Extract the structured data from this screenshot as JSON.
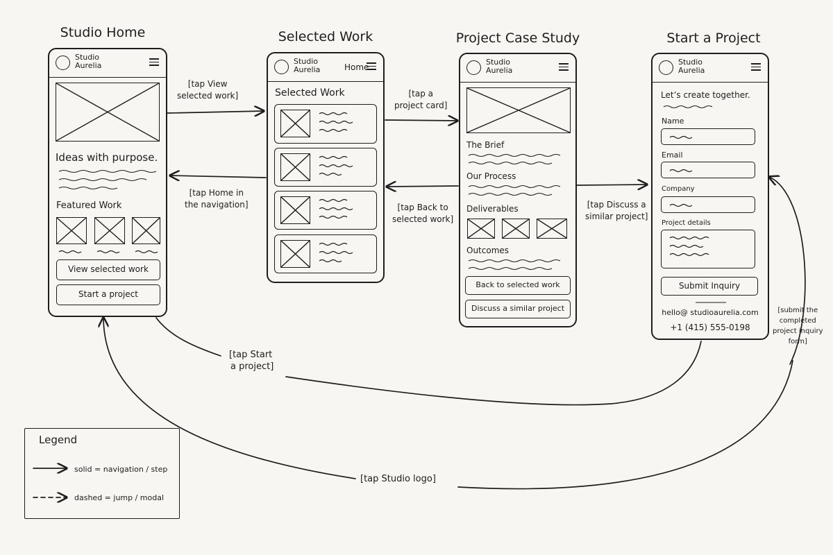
{
  "screens": {
    "home": {
      "title": "Studio Home",
      "brand_line1": "Studio",
      "brand_line2": "Aurelia",
      "headline": "Ideas with purpose.",
      "featured_heading": "Featured Work",
      "view_button": "View selected work",
      "start_button": "Start a project"
    },
    "work": {
      "title": "Selected Work",
      "brand_line1": "Studio",
      "brand_line2": "Aurelia",
      "nav_link": "Home",
      "heading": "Selected Work"
    },
    "case": {
      "title": "Project Case Study",
      "brand_line1": "Studio",
      "brand_line2": "Aurelia",
      "section_brief": "The Brief",
      "section_process": "Our Process",
      "section_deliverables": "Deliverables",
      "section_outcomes": "Outcomes",
      "back_button": "Back to selected work",
      "discuss_button": "Discuss a similar project"
    },
    "start": {
      "title": "Start a Project",
      "brand_line1": "Studio",
      "brand_line2": "Aurelia",
      "heading": "Let’s create together.",
      "name_label": "Name",
      "email_label": "Email",
      "company_label": "Company",
      "details_label": "Project details",
      "submit_button": "Submit Inquiry",
      "email": "hello@ studioaurelia.com",
      "phone": "+1 (415) 555-0198"
    }
  },
  "transitions": {
    "view_work": [
      "[tap View",
      "selected work]"
    ],
    "tap_home": [
      "[tap Home in",
      "the navigation]"
    ],
    "tap_card": [
      "[tap a",
      "project card]"
    ],
    "tap_back": [
      "[tap Back to",
      "selected work]"
    ],
    "tap_discuss": [
      "[tap Discuss a",
      "similar project]"
    ],
    "tap_start": [
      "[tap Start",
      "a project]"
    ],
    "tap_logo": "[tap Studio logo]",
    "submit_form": [
      "[submit the",
      "completed",
      "project inquiry",
      "form]"
    ]
  },
  "legend": {
    "title": "Legend",
    "solid": "solid = navigation / step",
    "dashed": "dashed = jump / modal"
  }
}
